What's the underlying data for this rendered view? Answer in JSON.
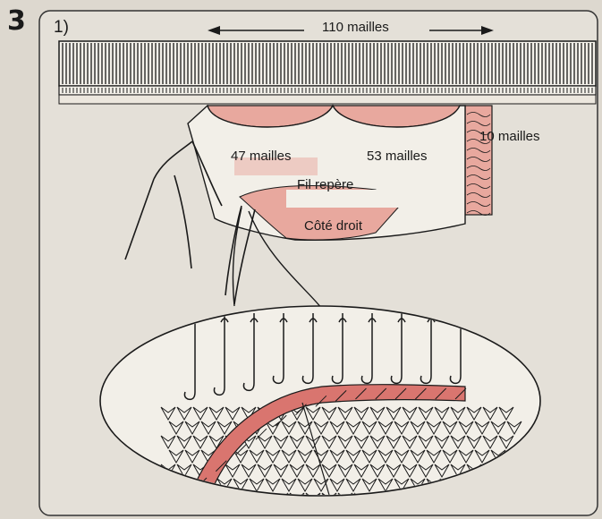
{
  "step_number": "3",
  "figure_number": "1)",
  "labels": {
    "total": "110 mailles",
    "left_section": "47 mailles",
    "middle_section": "53 mailles",
    "right_section": "10 mailles",
    "marker_thread": "Fil repère",
    "right_side": "Côté droit"
  },
  "colors": {
    "pink": "#e8a89e",
    "yarn": "#d9756f",
    "ink": "#1a1a1a",
    "page": "#ddd8cf"
  }
}
